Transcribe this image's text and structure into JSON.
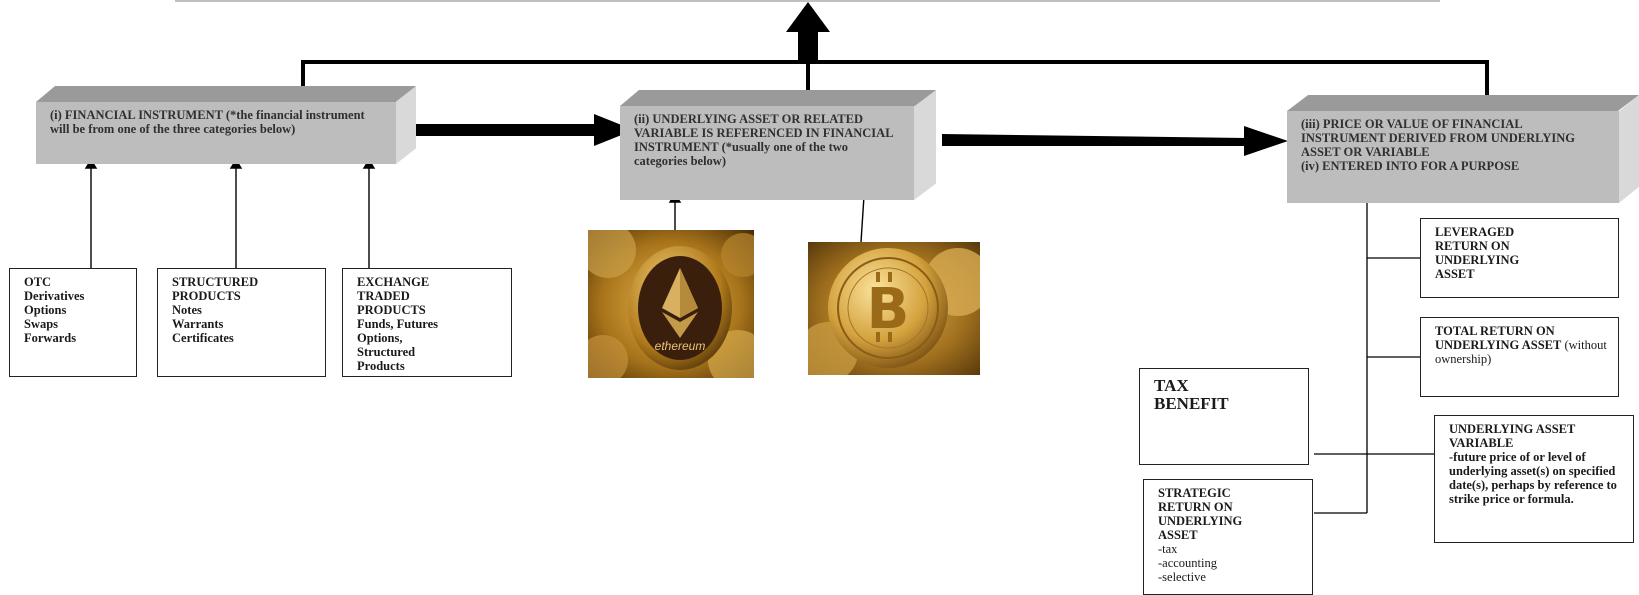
{
  "box_i": {
    "title": "(i) FINANCIAL INSTRUMENT (*the financial instrument will be from one of the three categories below)"
  },
  "box_ii": {
    "title": "(ii) UNDERLYING ASSET OR RELATED VARIABLE IS REFERENCED IN FINANCIAL INSTRUMENT (*usually one of the two categories below)"
  },
  "box_iii": {
    "line1": "(iii) PRICE OR VALUE OF FINANCIAL INSTRUMENT  DERIVED FROM UNDERLYING ASSET OR VARIABLE",
    "line2": "(iv) ENTERED INTO FOR A PURPOSE"
  },
  "otc": {
    "items": [
      "OTC",
      "Derivatives",
      "Options",
      "Swaps",
      "Forwards"
    ]
  },
  "structured": {
    "heading": [
      "STRUCTURED",
      "PRODUCTS"
    ],
    "items": [
      "Notes",
      "Warrants",
      "Certificates"
    ]
  },
  "exchange": {
    "heading": [
      "EXCHANGE",
      "TRADED",
      "PRODUCTS"
    ],
    "items": [
      "Funds, Futures",
      "Options,",
      "Structured",
      "Products"
    ]
  },
  "coin_eth": {
    "label": "ethereum"
  },
  "leveraged": {
    "text": "LEVERAGED RETURN ON UNDERLYING ASSET"
  },
  "total_return": {
    "heading": "TOTAL RETURN ON UNDERLYING ASSET",
    "note": "(without ownership)"
  },
  "underlying_var": {
    "heading": "UNDERLYING ASSET VARIABLE",
    "detail": "-future price of or level of underlying asset(s) on specified date(s), perhaps by reference to strike price or formula."
  },
  "tax": {
    "text": "TAX BENEFIT"
  },
  "strategic": {
    "heading": "STRATEGIC RETURN ON UNDERLYING ASSET",
    "items": [
      "-tax",
      "-accounting",
      "-selective"
    ]
  },
  "colors": {
    "box_face": "#bdbdbd",
    "box_top": "#9a9a9a",
    "gold": "#c9952a",
    "line": "#000000"
  }
}
